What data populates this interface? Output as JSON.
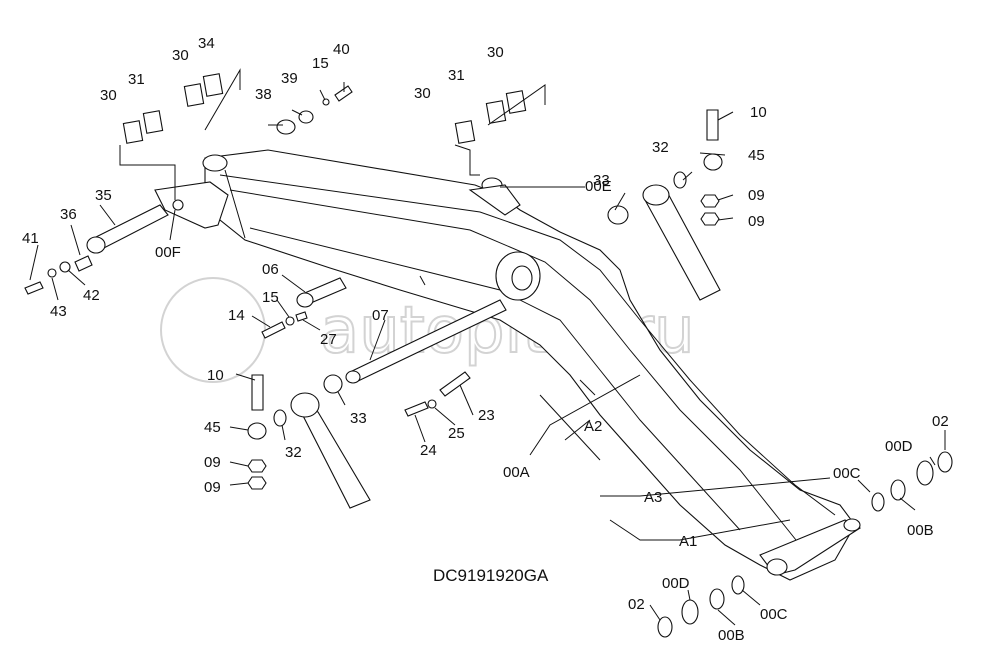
{
  "drawing_code": "DC9191920GA",
  "watermark": "autopiter.ru",
  "callouts": [
    {
      "id": "c30a",
      "label": "30"
    },
    {
      "id": "c31a",
      "label": "31"
    },
    {
      "id": "c30b",
      "label": "30"
    },
    {
      "id": "c34",
      "label": "34"
    },
    {
      "id": "c38",
      "label": "38"
    },
    {
      "id": "c39",
      "label": "39"
    },
    {
      "id": "c15a",
      "label": "15"
    },
    {
      "id": "c40",
      "label": "40"
    },
    {
      "id": "c30c",
      "label": "30"
    },
    {
      "id": "c31b",
      "label": "31"
    },
    {
      "id": "c30d",
      "label": "30"
    },
    {
      "id": "c10a",
      "label": "10"
    },
    {
      "id": "c32a",
      "label": "32"
    },
    {
      "id": "c45a",
      "label": "45"
    },
    {
      "id": "c33a",
      "label": "33"
    },
    {
      "id": "c09a",
      "label": "09"
    },
    {
      "id": "c09b",
      "label": "09"
    },
    {
      "id": "c00E",
      "label": "00E"
    },
    {
      "id": "c35",
      "label": "35"
    },
    {
      "id": "c36",
      "label": "36"
    },
    {
      "id": "c41",
      "label": "41"
    },
    {
      "id": "c42",
      "label": "42"
    },
    {
      "id": "c43",
      "label": "43"
    },
    {
      "id": "c00F",
      "label": "00F"
    },
    {
      "id": "c06",
      "label": "06"
    },
    {
      "id": "c15b",
      "label": "15"
    },
    {
      "id": "c14",
      "label": "14"
    },
    {
      "id": "c27",
      "label": "27"
    },
    {
      "id": "c07",
      "label": "07"
    },
    {
      "id": "c10b",
      "label": "10"
    },
    {
      "id": "c33b",
      "label": "33"
    },
    {
      "id": "c23",
      "label": "23"
    },
    {
      "id": "c25",
      "label": "25"
    },
    {
      "id": "c24",
      "label": "24"
    },
    {
      "id": "c45b",
      "label": "45"
    },
    {
      "id": "c32b",
      "label": "32"
    },
    {
      "id": "c09c",
      "label": "09"
    },
    {
      "id": "c09d",
      "label": "09"
    },
    {
      "id": "cA2",
      "label": "A2"
    },
    {
      "id": "c00A",
      "label": "00A"
    },
    {
      "id": "cA3",
      "label": "A3"
    },
    {
      "id": "cA1",
      "label": "A1"
    },
    {
      "id": "c00C_a",
      "label": "00C"
    },
    {
      "id": "c00D_a",
      "label": "00D"
    },
    {
      "id": "c02a",
      "label": "02"
    },
    {
      "id": "c00B_a",
      "label": "00B"
    },
    {
      "id": "c00D_b",
      "label": "00D"
    },
    {
      "id": "c02b",
      "label": "02"
    },
    {
      "id": "c00B_b",
      "label": "00B"
    },
    {
      "id": "c00C_b",
      "label": "00C"
    }
  ]
}
